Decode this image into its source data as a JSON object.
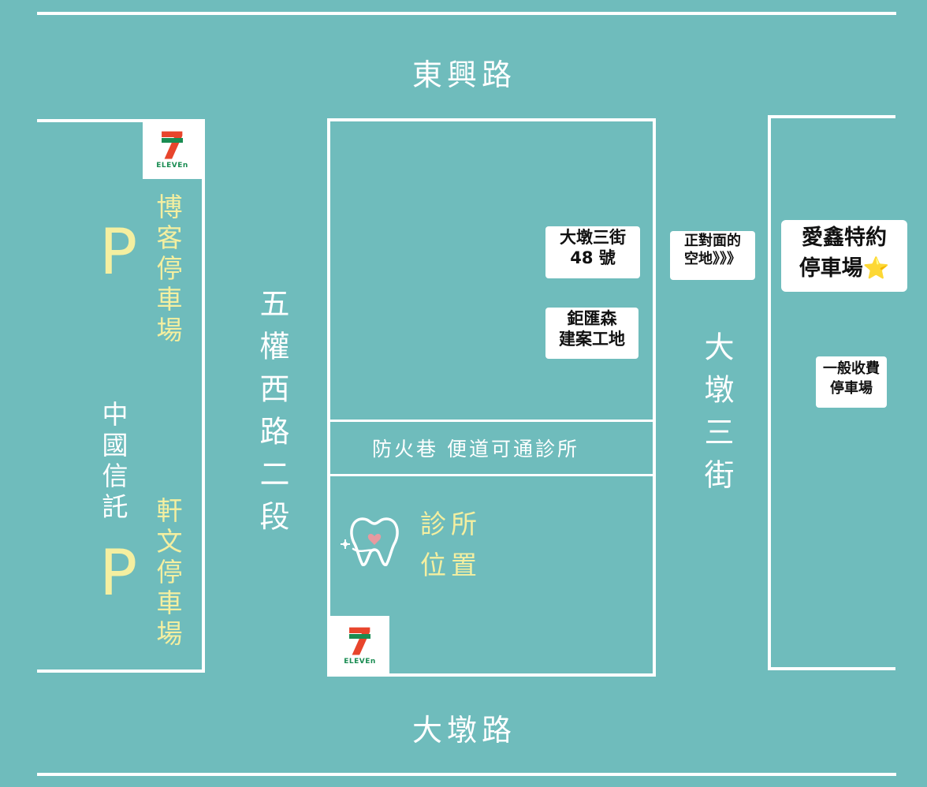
{
  "colors": {
    "background": "#6fbcbc",
    "lines": "#ffffff",
    "highlight_text": "#f4efa0",
    "seven_red": "#e8452c",
    "seven_green": "#1a8c52"
  },
  "roads": {
    "north": "東興路",
    "south": "大墩路",
    "west": "五權西路二段",
    "east": "大墩三街",
    "fire_lane": "防火巷 便道可通診所"
  },
  "parking": {
    "p_symbol": "P",
    "bo_ke": "博客停車場",
    "xuan_wen": "軒文停車場",
    "ai_xin": "愛鑫特約停車場⭐",
    "ai_xin_line1": "愛鑫特約",
    "ai_xin_line2": "停車場⭐",
    "general": "一般收費停車場",
    "general_line1": "一般收費",
    "general_line2": "停車場"
  },
  "labels": {
    "address_line1": "大墩三街",
    "address_line2": "48 號",
    "construction_line1": "鉅匯森",
    "construction_line2": "建案工地",
    "opposite_line1": "正對面的",
    "opposite_line2": "空地》》》",
    "china_trust": "中國信託",
    "clinic_line1": "診所",
    "clinic_line2": "位置"
  },
  "stores": {
    "seven_digit": "7",
    "seven_brand": "ELEVEn"
  },
  "icons": {
    "tooth": "tooth-icon",
    "store": "seven-eleven-logo"
  }
}
